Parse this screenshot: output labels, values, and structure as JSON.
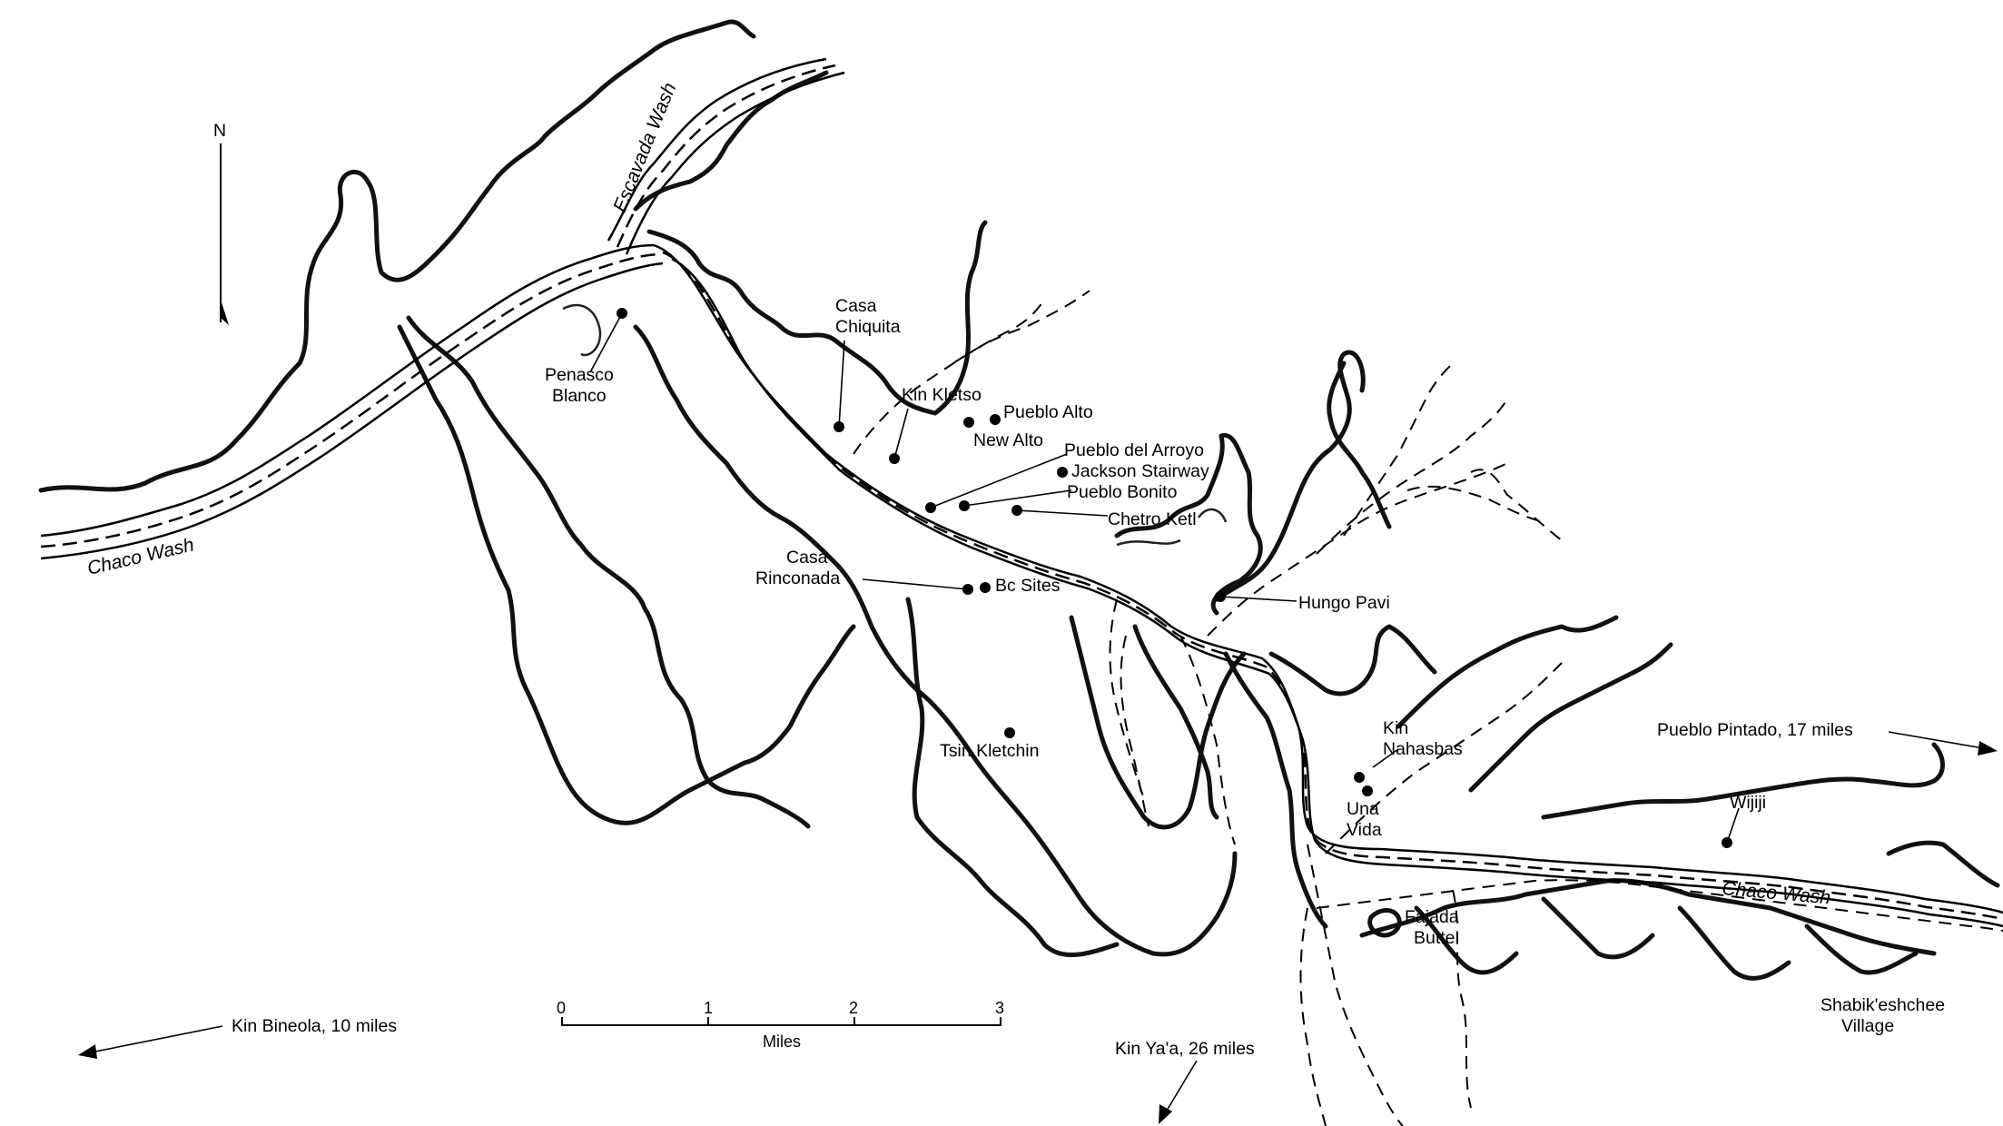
{
  "map": {
    "north_label": "N",
    "washes": {
      "escavada": "Escavada Wash",
      "chaco_west": "Chaco Wash",
      "chaco_east": "Chaco Wash"
    },
    "sites": {
      "casa_chiquita": [
        "Casa",
        "Chiquita"
      ],
      "penasco_blanco": [
        "Penasco",
        "Blanco"
      ],
      "kin_kletso": "Kin Kletso",
      "pueblo_alto": "Pueblo Alto",
      "new_alto": "New Alto",
      "pueblo_del_arroyo": "Pueblo del Arroyo",
      "jackson_stairway": "Jackson Stairway",
      "pueblo_bonito": "Pueblo Bonito",
      "chetro_ketl": "Chetro Ketl",
      "casa_rinconada": [
        "Casa",
        "Rinconada"
      ],
      "bc_sites": "Bc Sites",
      "hungo_pavi": "Hungo Pavi",
      "tsin_kletchin": "Tsin Kletchin",
      "kin_nahasbas": [
        "Kin",
        "Nahasbas"
      ],
      "una_vida": [
        "Una",
        "Vida"
      ],
      "wijiji": "Wijiji",
      "fajada_butte": [
        "Fajada",
        "Butte"
      ],
      "shabikeshchee": [
        "Shabik'eshchee",
        "Village"
      ]
    },
    "outliers": {
      "pueblo_pintado": "Pueblo Pintado, 17 miles",
      "kin_bineola": "Kin Bineola, 10 miles",
      "kin_yaa": "Kin Ya'a, 26 miles"
    },
    "scale": {
      "ticks": [
        "0",
        "1",
        "2",
        "3"
      ],
      "unit": "Miles"
    }
  }
}
